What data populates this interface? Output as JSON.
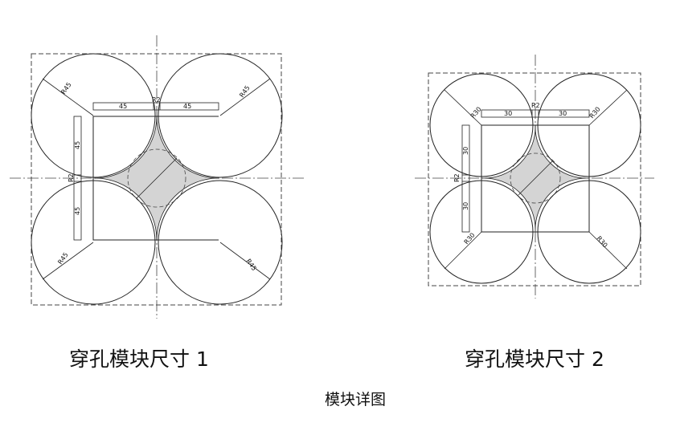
{
  "captions": {
    "module1": "穿孔模块尺寸 1",
    "module2": "穿孔模块尺寸 2",
    "overall": "模块详图"
  },
  "module1": {
    "radius_label": "R45",
    "width_label": "45",
    "gap_label": "R2"
  },
  "module2": {
    "radius_label": "R30",
    "width_label": "30",
    "gap_label": "R2"
  },
  "colors": {
    "line": "#222222",
    "fill": "#d4d4d4",
    "dash": "#444444"
  }
}
